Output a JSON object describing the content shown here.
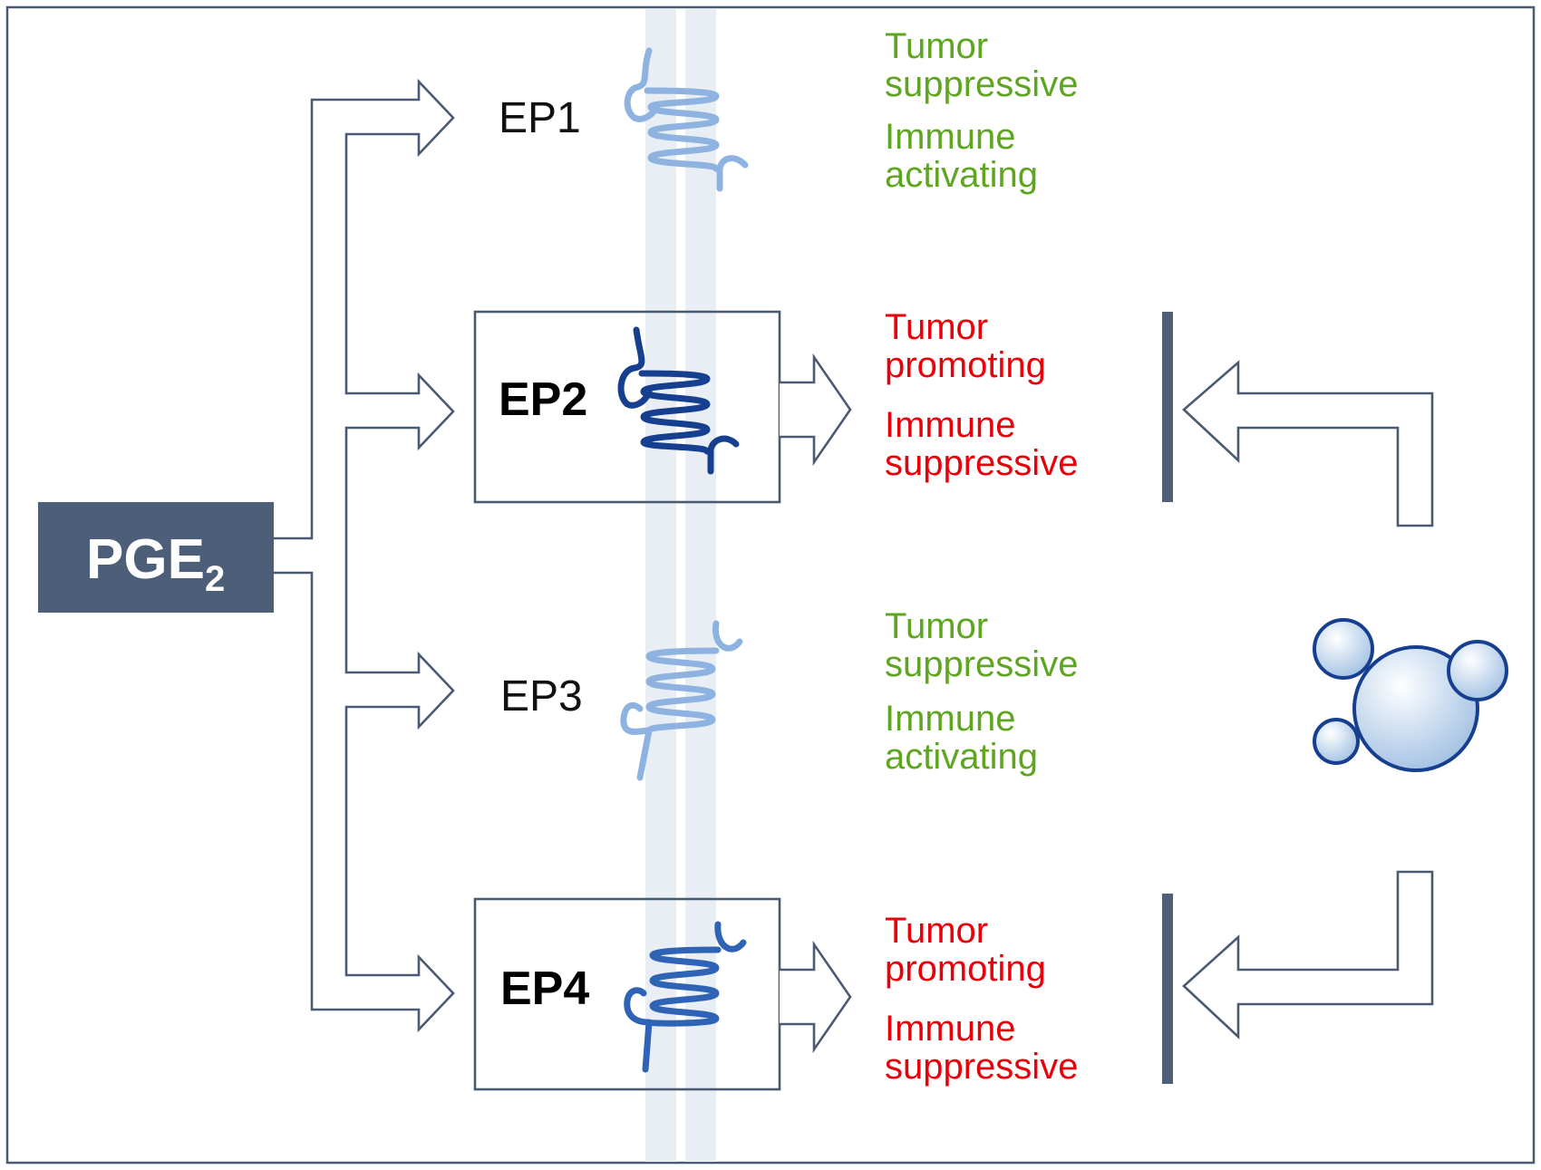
{
  "ligand": {
    "label": "PGE",
    "subscript": "2"
  },
  "receptors": [
    {
      "id": "ep1",
      "label": "EP1",
      "emphasized": false,
      "effect_color": "#5ea61f",
      "effects": [
        [
          "Tumor",
          "suppressive"
        ],
        [
          "Immune",
          "activating"
        ]
      ]
    },
    {
      "id": "ep2",
      "label": "EP2",
      "emphasized": true,
      "effect_color": "#e8000b",
      "effects": [
        [
          "Tumor",
          "promoting"
        ],
        [
          "Immune",
          "suppressive"
        ]
      ]
    },
    {
      "id": "ep3",
      "label": "EP3",
      "emphasized": false,
      "effect_color": "#5ea61f",
      "effects": [
        [
          "Tumor",
          "suppressive"
        ],
        [
          "Immune",
          "activating"
        ]
      ]
    },
    {
      "id": "ep4",
      "label": "EP4",
      "emphasized": true,
      "effect_color": "#e8000b",
      "effects": [
        [
          "Tumor",
          "promoting"
        ],
        [
          "Immune",
          "suppressive"
        ]
      ]
    }
  ],
  "colors": {
    "frame": "#4a5a72",
    "pge_box": "#4d5f78",
    "membrane": "#e9eef4",
    "receptor_light": "#8fb3e0",
    "receptor_dark": "#163f8f",
    "receptor_mid": "#2e63b6",
    "inhibitor_bar": "#4d5f78",
    "molecule": "#c6d8ee"
  },
  "icons": {
    "inhibitor_molecule": "molecule-icon",
    "receptor": "gpcr-receptor-icon",
    "inhibition": "inhibition-bar-icon"
  }
}
